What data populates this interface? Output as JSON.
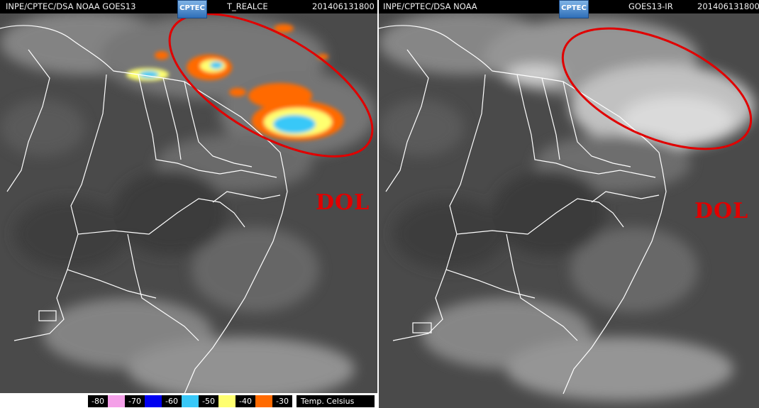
{
  "left_panel": {
    "header_left": "INPE/CPTEC/DSA  NOAA  GOES13",
    "header_mid": "T_REALCE",
    "header_right": "201406131800",
    "logo": "CPTEC",
    "annotation": "DOL"
  },
  "right_panel": {
    "header_left": "INPE/CPTEC/DSA    NOAA",
    "header_mid": "GOES13-IR",
    "header_right": "201406131800",
    "logo": "CPTEC",
    "annotation": "DOL"
  },
  "legend": {
    "entries": [
      {
        "label": "-80",
        "color": "#f4a0e8"
      },
      {
        "label": "-70",
        "color": "#0000f0"
      },
      {
        "label": "-60",
        "color": "#38c8f8"
      },
      {
        "label": "-50",
        "color": "#ffff70"
      },
      {
        "label": "-40",
        "color": "#ff6a00"
      },
      {
        "label": "-30",
        "color": ""
      }
    ],
    "unit": "Temp. Celsius"
  },
  "colors": {
    "ellipse": "#e00000",
    "annotation": "#e00000",
    "border_lines": "#ffffff"
  }
}
